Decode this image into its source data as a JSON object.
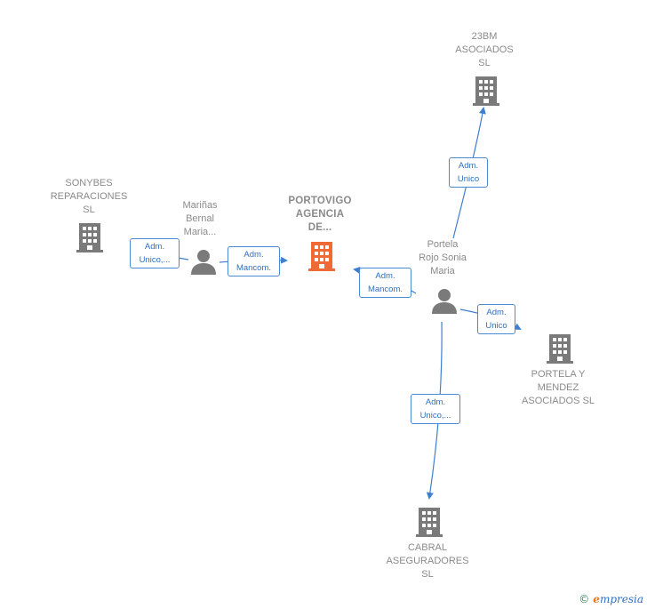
{
  "colors": {
    "edge": "#3f7fd0",
    "company_icon": "#7a7a7a",
    "focus_icon": "#f06a35",
    "person_icon": "#7a7a7a"
  },
  "nodes": {
    "n_23bm": {
      "label": "23BM\nASOCIADOS\nSL",
      "icon": "building-icon"
    },
    "n_sonybes": {
      "label": "SONYBES\nREPARACIONES\nSL",
      "icon": "building-icon"
    },
    "n_marinas": {
      "label": "Mariñas\nBernal\nMaria...",
      "icon": "person-icon"
    },
    "n_portovigo": {
      "label": "PORTOVIGO\nAGENCIA\nDE...",
      "icon": "building-icon"
    },
    "n_portela": {
      "label": "Portela\nRojo Sonia\nMaria",
      "icon": "person-icon"
    },
    "n_portela_mendez": {
      "label": "PORTELA Y\nMENDEZ\nASOCIADOS SL",
      "icon": "building-icon"
    },
    "n_cabral": {
      "label": "CABRAL\nASEGURADORES\nSL",
      "icon": "building-icon"
    }
  },
  "edges": {
    "e_marinas_sonybes": {
      "label": "Adm.\nUnico,..."
    },
    "e_marinas_portovigo": {
      "label": "Adm.\nMancom."
    },
    "e_portela_portovigo": {
      "label": "Adm.\nMancom."
    },
    "e_portela_23bm": {
      "label": "Adm.\nUnico"
    },
    "e_portela_mendez": {
      "label": "Adm.\nUnico"
    },
    "e_portela_cabral": {
      "label": "Adm.\nUnico,..."
    }
  },
  "brand": {
    "copyright": "©",
    "e": "e",
    "rest": "mpresia"
  }
}
